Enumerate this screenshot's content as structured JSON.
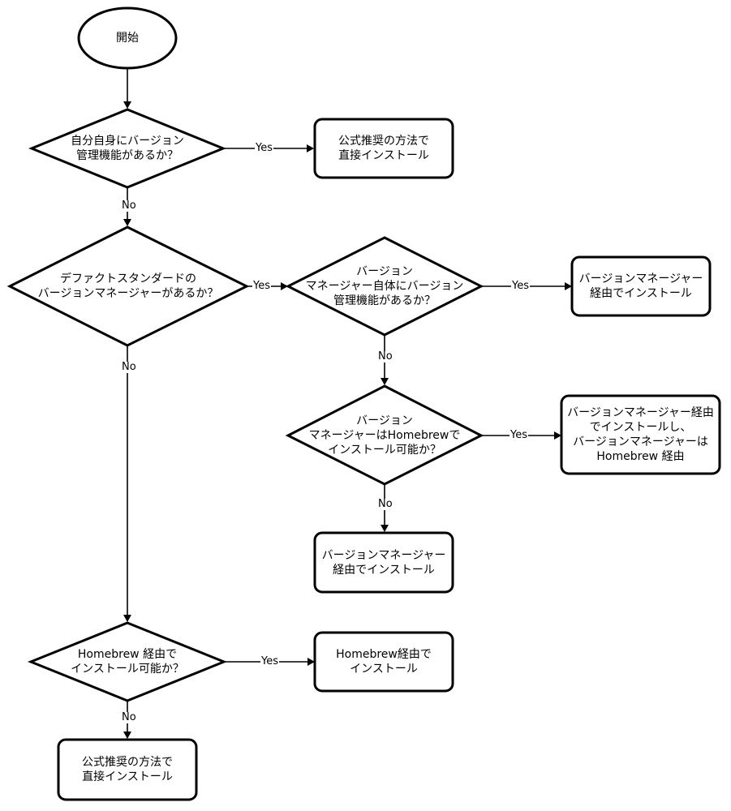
{
  "nodes": {
    "start": "開始",
    "q_self": "自分自身にバージョン\n管理機能があるか？",
    "a_self": "公式推奨の方法で\n直接インストール",
    "q_standard": "デファクトスタンダードの\nバージョンマネージャーがあるか？",
    "q_vm_self": "バージョン\nマネージャー自体にバージョン\n管理機能があるか？",
    "a_vm": "バージョンマネージャー\n経由でインストール",
    "q_vm_homebrew": "バージョン\nマネージャーはHomebrewで\nインストール可能か？",
    "a_vm_homebrew": "バージョンマネージャー経由\nでインストールし、\nバージョンマネージャーは\nHomebrew 経由",
    "a_vm2": "バージョンマネージャー\n経由でインストール",
    "q_homebrew": "Homebrew 経由で\nインストール可能か？",
    "a_homebrew": "Homebrew経由で\nインストール",
    "a_official": "公式推奨の方法で\n直接インストール"
  },
  "edge_labels": {
    "yes": "Yes",
    "no": "No"
  }
}
